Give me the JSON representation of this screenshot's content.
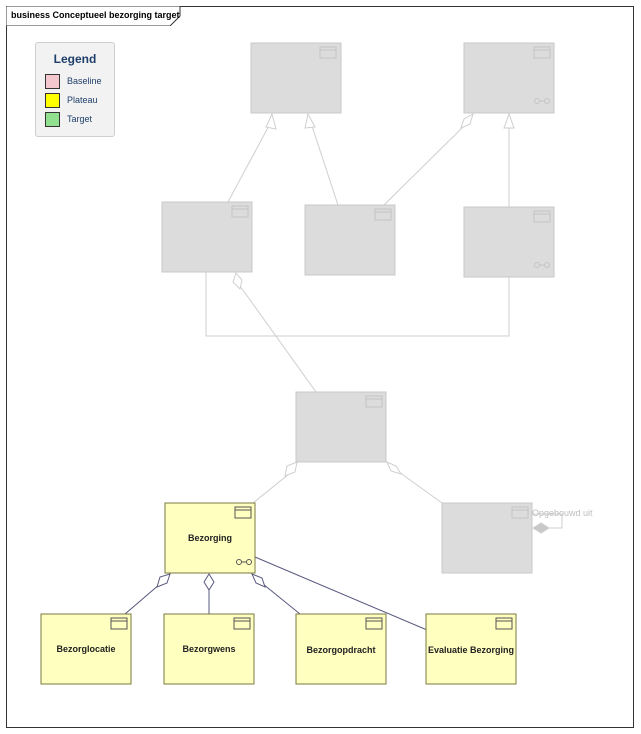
{
  "diagram": {
    "title": "business Conceptueel bezorging target"
  },
  "legend": {
    "title": "Legend",
    "items": [
      {
        "label": "Baseline",
        "color": "#f4c6cd"
      },
      {
        "label": "Plateau",
        "color": "#ffff00"
      },
      {
        "label": "Target",
        "color": "#90e090"
      }
    ]
  },
  "colors": {
    "target_fill": "#ffffc0",
    "target_border": "#7a7a40",
    "faded_fill": "#dcdcdc",
    "faded_border": "#c8c8c8",
    "faded_line": "#cfcfcf",
    "active_line": "#5a5a80"
  },
  "nodes": {
    "bezorging": "Bezorging",
    "bezorglocatie": "Bezorglocatie",
    "bezorgwens": "Bezorgwens",
    "bezorgopdracht": "Bezorgopdracht",
    "evaluatie": "Evaluatie Bezorging"
  },
  "edges": {
    "opgebouwd_uit": "Opgebouwd uit"
  },
  "icons": {
    "element_icon": "business-object-icon",
    "composite_icon": "composite-link-icon"
  }
}
